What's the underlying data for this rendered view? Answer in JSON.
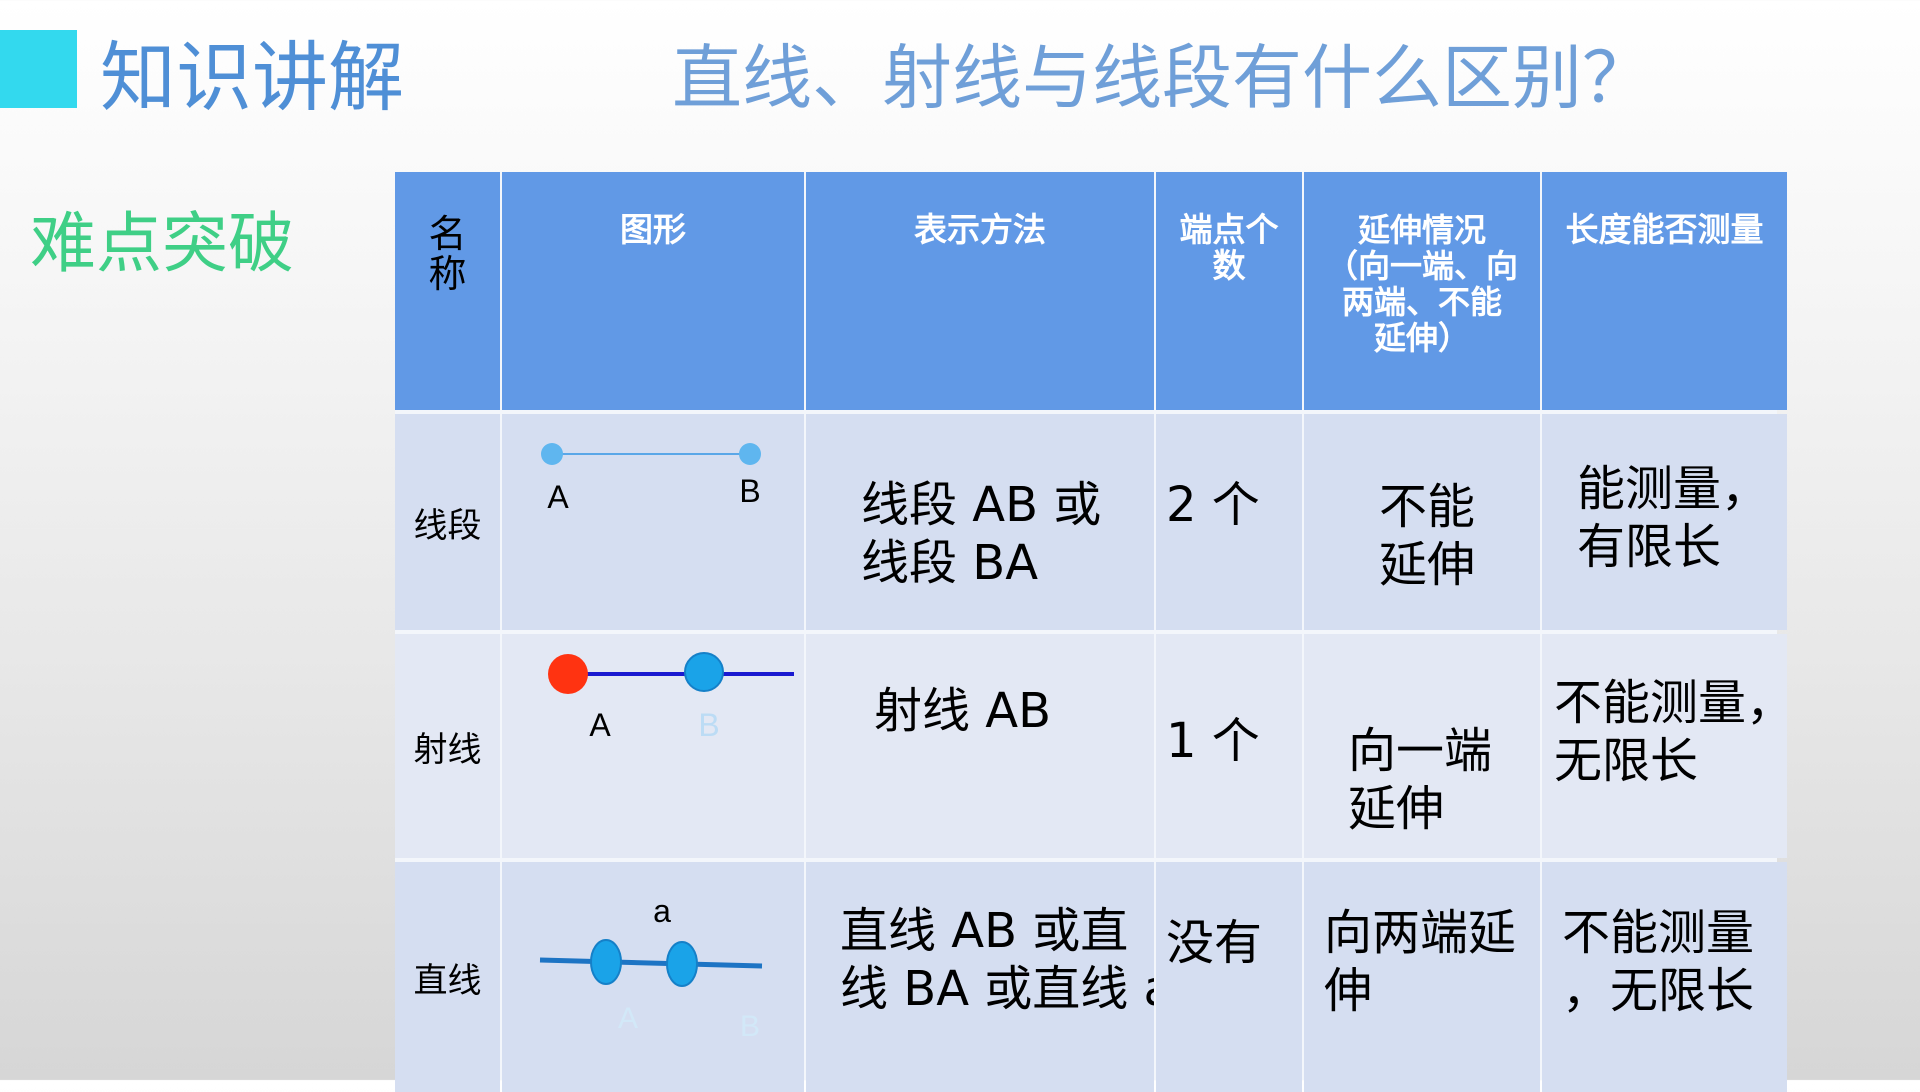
{
  "header": {
    "section_title": "知识讲解",
    "question": "直线、射线与线段有什么区别？",
    "subtitle": "难点突破"
  },
  "colors": {
    "accent": "#33d9ee",
    "header_bg": "#6199e6",
    "row_bg": "#d5def1",
    "title_blue": "#4f8fd6",
    "subtitle_green": "#3fcf86",
    "point_red": "#ff3311",
    "point_blue": "#1aa3e8"
  },
  "table": {
    "headers": {
      "name_line1": "名",
      "name_line2": "称",
      "figure": "图形",
      "notation": "表示方法",
      "endpoints_line1": "端点个",
      "endpoints_line2": "数",
      "extension_line1": "延伸情况",
      "extension_line2": "（向一端、向",
      "extension_line3": "两端、不能",
      "extension_line4": "延伸）",
      "measurable": "长度能否测量"
    },
    "rows": [
      {
        "name": "线段",
        "figure_label_a": "A",
        "figure_label_b": "B",
        "notation_line1": "线段 AB 或",
        "notation_line2": "线段 BA",
        "endpoints": "2 个",
        "extension_line1": "不能",
        "extension_line2": "延伸",
        "measurable_line1": "能测量，",
        "measurable_line2": "有限长"
      },
      {
        "name": "射线",
        "figure_label_a": "A",
        "figure_label_b": "B",
        "notation_line1": "射线 AB",
        "endpoints": "1 个",
        "extension_line1": "向一端",
        "extension_line2": "延伸",
        "measurable_line1": "不能测量，",
        "measurable_line2": "无限长"
      },
      {
        "name": "直线",
        "figure_label_line": "a",
        "figure_label_a": "A",
        "figure_label_b": "B",
        "notation_line1": "直线 AB 或直",
        "notation_line2": "线 BA 或直线 a",
        "endpoints": "没有",
        "extension_line1": "向两端延",
        "extension_line2": "伸",
        "measurable_line1": "不能测量",
        "measurable_line2": "，无限长"
      }
    ]
  }
}
